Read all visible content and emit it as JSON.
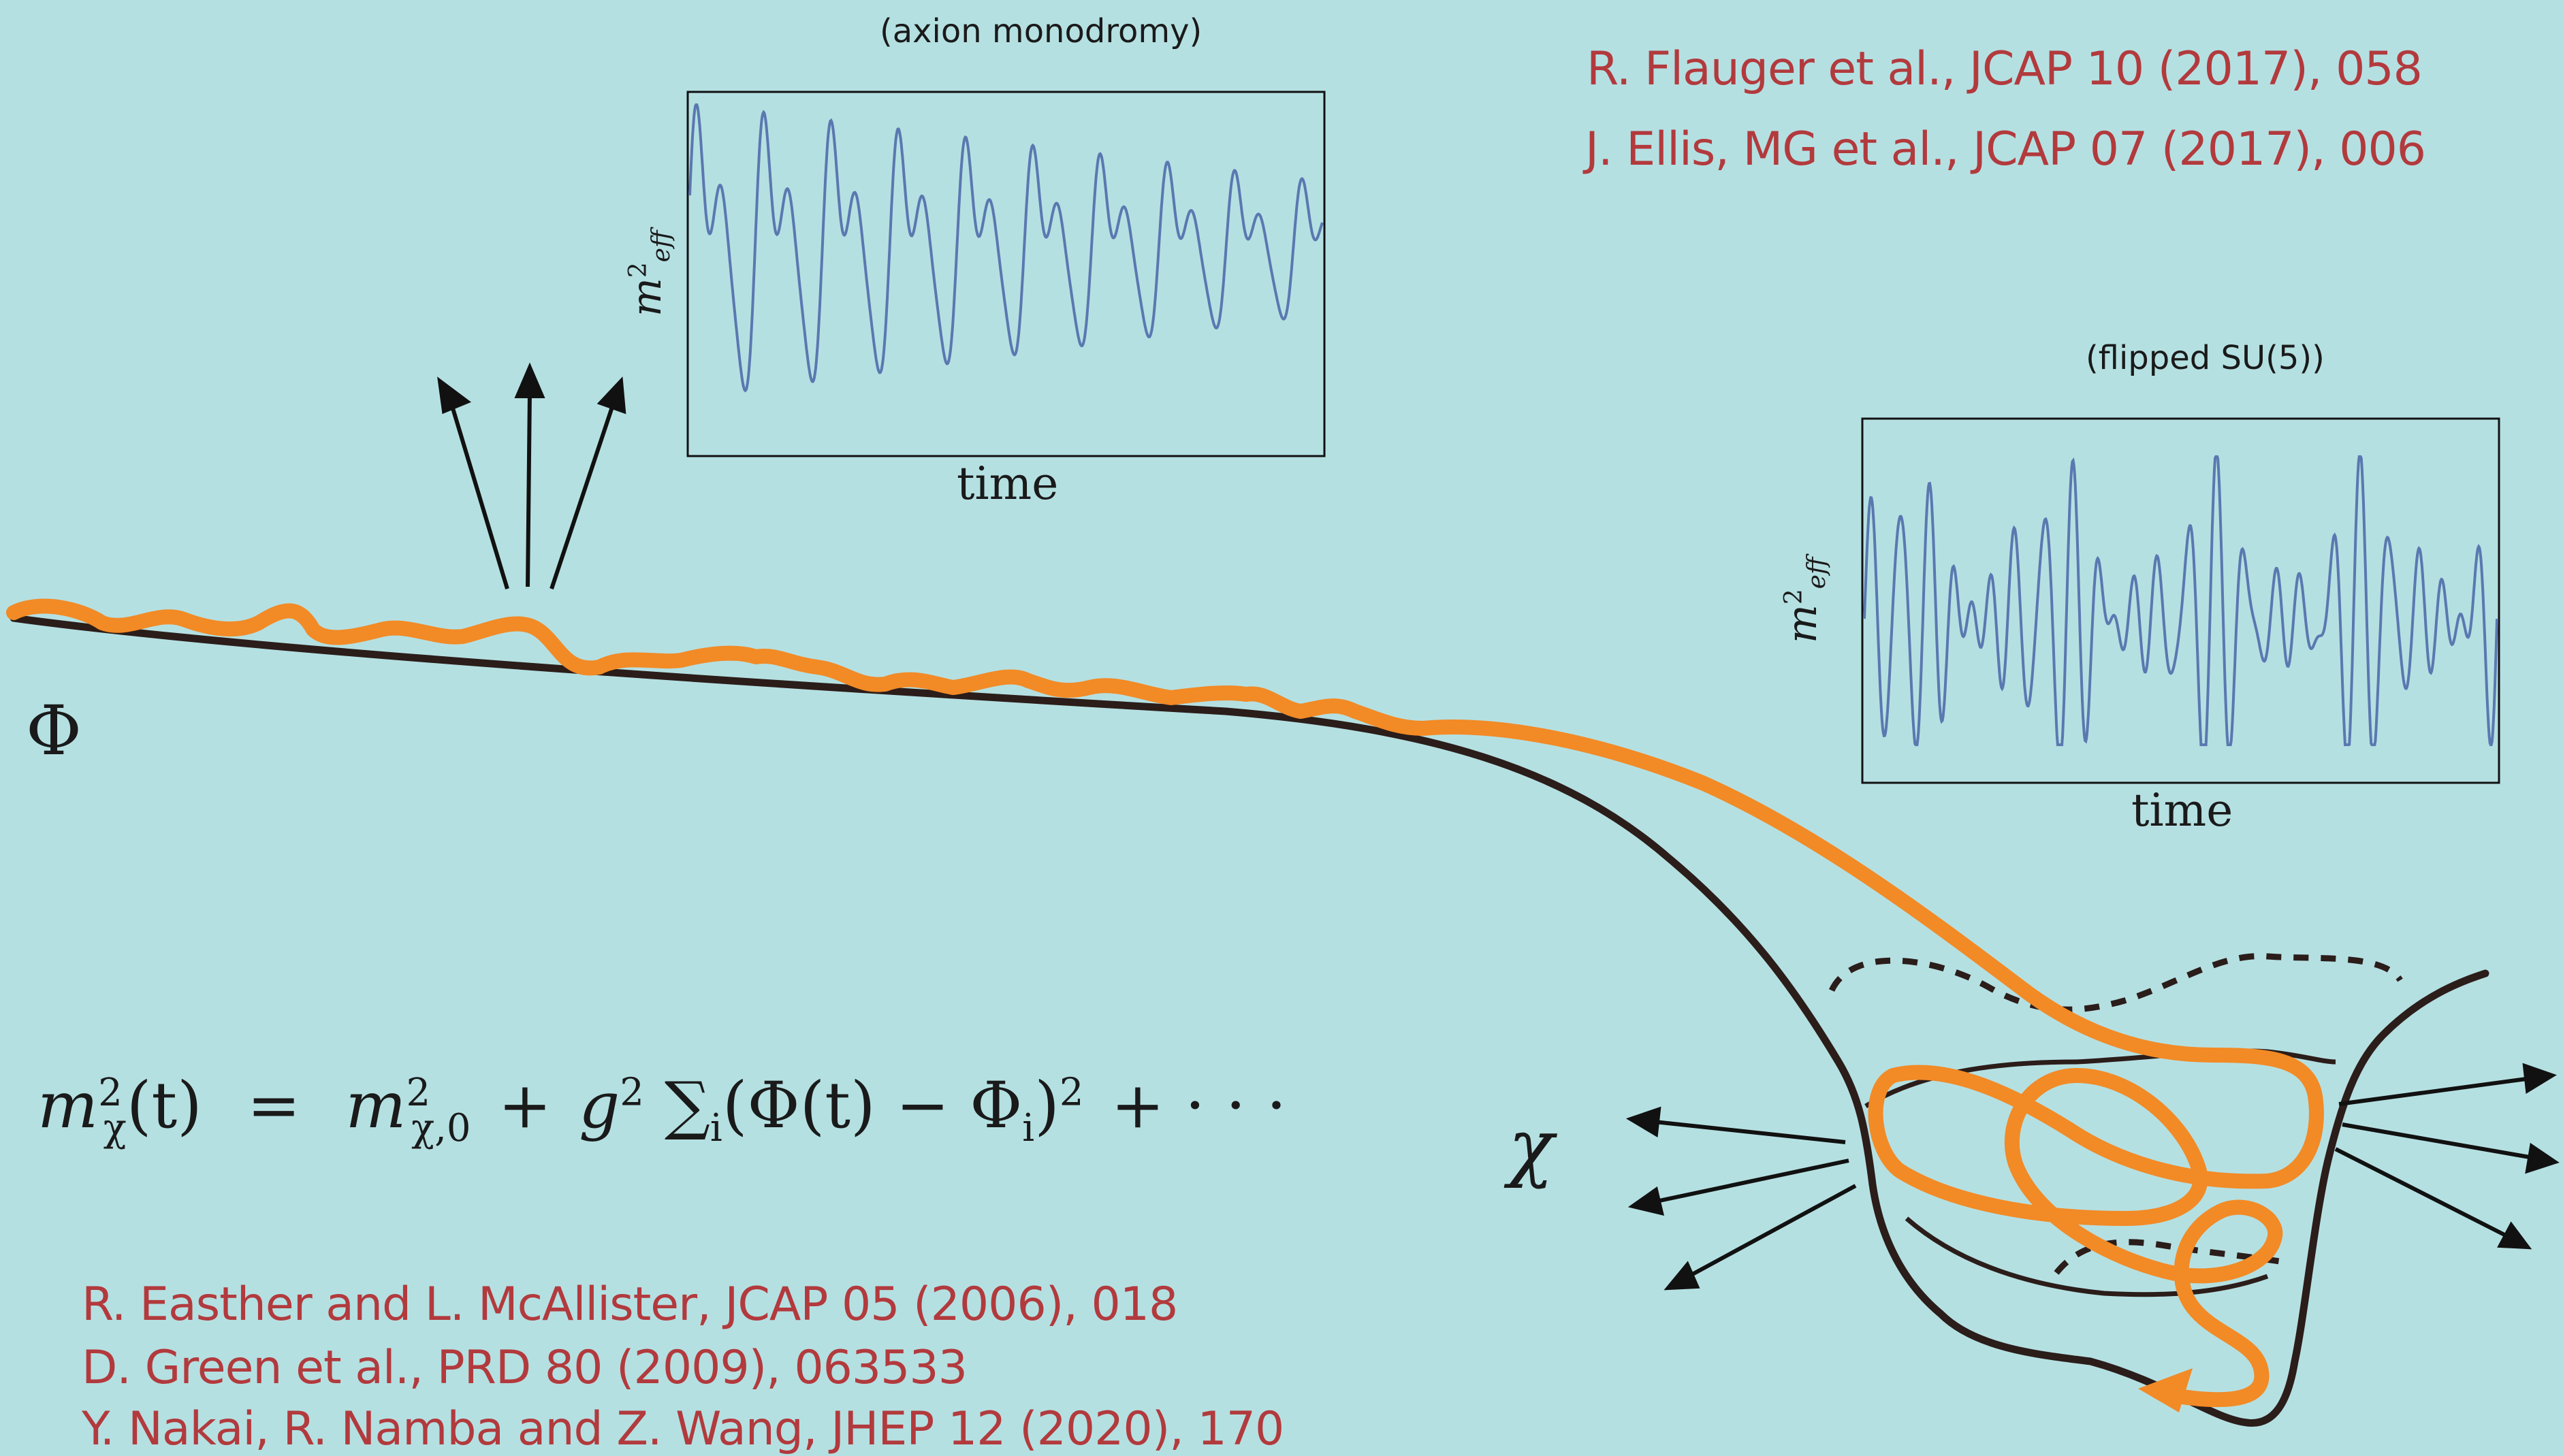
{
  "references_top": [
    "R. Flauger et al., JCAP 10 (2017), 058",
    "J. Ellis, MG et al., JCAP 07 (2017), 006"
  ],
  "references_bottom": [
    "R. Easther and L. McAllister, JCAP 05 (2006), 018",
    "D. Green et al., PRD 80 (2009), 063533",
    "Y. Nakai, R. Namba and Z. Wang, JHEP 12 (2020), 170"
  ],
  "plot_left": {
    "title": "(axion monodromy)",
    "xlabel": "time",
    "ylabel_base": "m",
    "ylabel_sup": "2",
    "ylabel_sub": "eff"
  },
  "plot_right": {
    "title": "(flipped SU(5))",
    "xlabel": "time",
    "ylabel_base": "m",
    "ylabel_sup": "2",
    "ylabel_sub": "eff"
  },
  "symbols": {
    "phi": "Φ",
    "chi": "χ"
  },
  "equation": {
    "lhs_base": "m",
    "lhs_sup": "2",
    "lhs_sub": "χ",
    "lhs_arg": "(t)",
    "equals": "=",
    "term1_base": "m",
    "term1_sup": "2",
    "term1_sub": "χ,0",
    "plus1": "+",
    "g": "g",
    "g_sup": "2",
    "sum": "∑",
    "sum_sub": "i",
    "body": "(Φ(t) − Φ",
    "body_sub": "i",
    "close": ")",
    "close_sup": "2",
    "tail": "+ · · ·"
  },
  "colors": {
    "background": "#b5e0e2",
    "reference_text": "#b23a3d",
    "orange_path": "#f28a26",
    "potential_line": "#2b1d1a",
    "plot_line": "#5a78b0"
  }
}
